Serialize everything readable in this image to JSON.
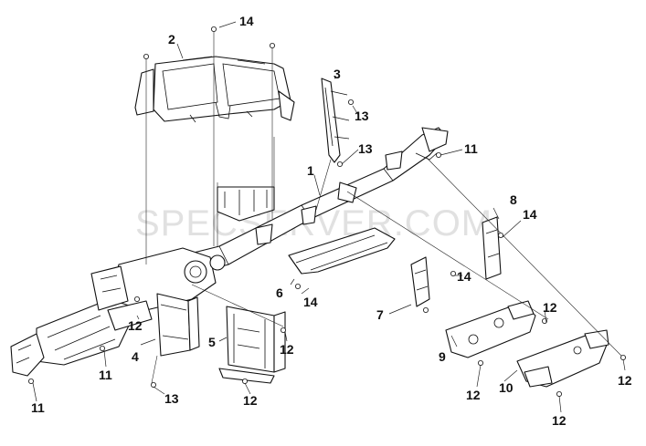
{
  "watermark": "SPECSERVER.COM",
  "callouts": {
    "c1": "1",
    "c2": "2",
    "c3": "3",
    "c4": "4",
    "c5": "5",
    "c6": "6",
    "c7": "7",
    "c8": "8",
    "c9": "9",
    "c10": "10",
    "c11a": "11",
    "c11b": "11",
    "c11c": "11",
    "c12a": "12",
    "c12b": "12",
    "c12c": "12",
    "c12d": "12",
    "c12e": "12",
    "c12f": "12",
    "c12g": "12",
    "c13a": "13",
    "c13b": "13",
    "c13c": "13",
    "c14a": "14",
    "c14b": "14",
    "c14c": "14",
    "c14d": "14"
  }
}
